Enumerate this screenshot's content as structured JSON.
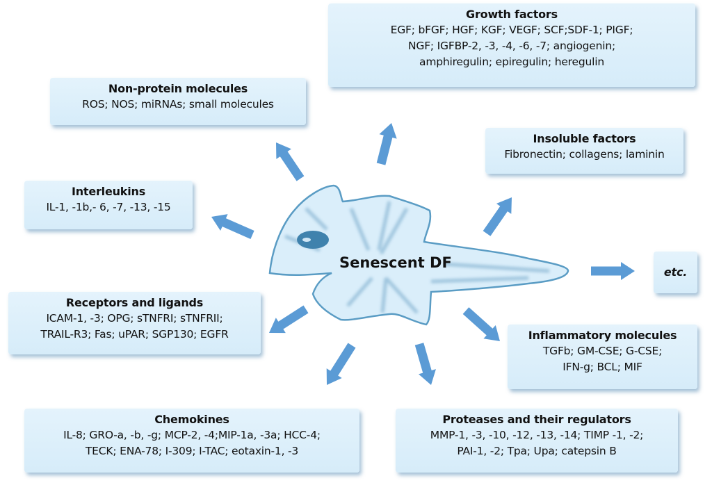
{
  "center": {
    "label": "Senescent DF"
  },
  "colors": {
    "arrow": "#5b9bd5",
    "box": "#dcf0fb",
    "cell_fill": "#daeefa",
    "cell_stroke": "#5a9cc4",
    "nucleus": "#3f82ad"
  },
  "boxes": {
    "growth": {
      "title": "Growth factors",
      "lines": [
        "EGF; bFGF; HGF; KGF; VEGF; SCF;SDF-1; PIGF;",
        "NGF; IGFBP-2, -3, -4, -6, -7; angiogenin;",
        "amphiregulin; epiregulin; heregulin"
      ]
    },
    "nonprotein": {
      "title": "Non-protein molecules",
      "lines": [
        "ROS; NOS; miRNAs; small molecules"
      ]
    },
    "insoluble": {
      "title": "Insoluble factors",
      "lines": [
        "Fibronectin; collagens; laminin"
      ]
    },
    "interleukins": {
      "title": "Interleukins",
      "lines": [
        "IL-1, -1b,- 6, -7, -13, -15"
      ]
    },
    "etc": {
      "title": "etc."
    },
    "receptors": {
      "title": "Receptors and ligands",
      "lines": [
        "ICAM-1, -3; OPG; sTNFRI; sTNFRII;",
        "TRAIL-R3; Fas; uPAR; SGP130; EGFR"
      ]
    },
    "inflammatory": {
      "title": "Inflammatory molecules",
      "lines": [
        "TGFb; GM-CSE; G-CSE;",
        "IFN-g; BCL; MIF"
      ]
    },
    "chemokines": {
      "title": "Chemokines",
      "lines": [
        "IL-8; GRO-a, -b, -g; MCP-2, -4;MIP-1a, -3a; HCC-4;",
        "TECK; ENA-78; I-309; I-TAC; eotaxin-1, -3"
      ]
    },
    "proteases": {
      "title": "Proteases and their regulators",
      "lines": [
        "MMP-1, -3, -10, -12, -13, -14; TIMP -1, -2;",
        "PAI-1, -2; Tpa; Upa; catepsin B"
      ]
    }
  }
}
